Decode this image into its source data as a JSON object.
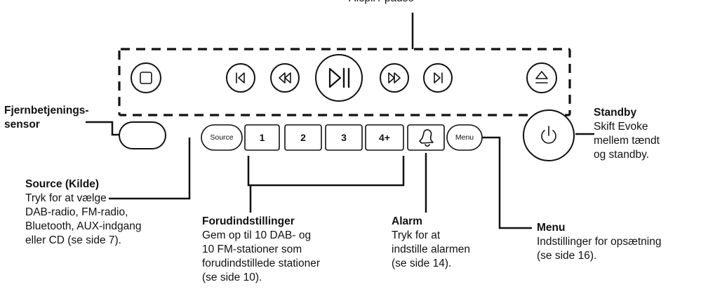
{
  "top_caption": "Afspil / pause",
  "buttons": {
    "source": "Source",
    "preset_1": "1",
    "preset_2": "2",
    "preset_3": "3",
    "preset_4": "4+",
    "menu": "Menu"
  },
  "icons": [
    "stop-icon",
    "previous-track-icon",
    "rewind-icon",
    "play-pause-icon",
    "fast-forward-icon",
    "next-track-icon",
    "eject-icon",
    "alarm-bell-icon",
    "power-icon"
  ],
  "callouts": {
    "remote_sensor": {
      "title_line1": "Fjernbetjenings-",
      "title_line2": "sensor"
    },
    "standby": {
      "title": "Standby",
      "desc": [
        "Skift Evoke",
        "mellem tændt",
        "og standby."
      ]
    },
    "source": {
      "title": "Source (Kilde)",
      "desc": [
        "Tryk for at vælge",
        "DAB-radio, FM-radio,",
        "Bluetooth, AUX-indgang",
        "eller CD (se side 7)."
      ]
    },
    "presets": {
      "title": "Forudindstillinger",
      "desc": [
        "Gem op til 10 DAB- og",
        "10 FM-stationer som",
        "forudindstillede stationer",
        "(se side 10)."
      ]
    },
    "alarm": {
      "title": "Alarm",
      "desc": [
        "Tryk for at",
        "indstille alarmen",
        "(se side 14)."
      ]
    },
    "menu": {
      "title": "Menu",
      "desc": [
        "Indstillinger for opsætning",
        "(se side 16)."
      ]
    }
  },
  "colors": {
    "ink": "#111111",
    "background": "#ffffff"
  }
}
